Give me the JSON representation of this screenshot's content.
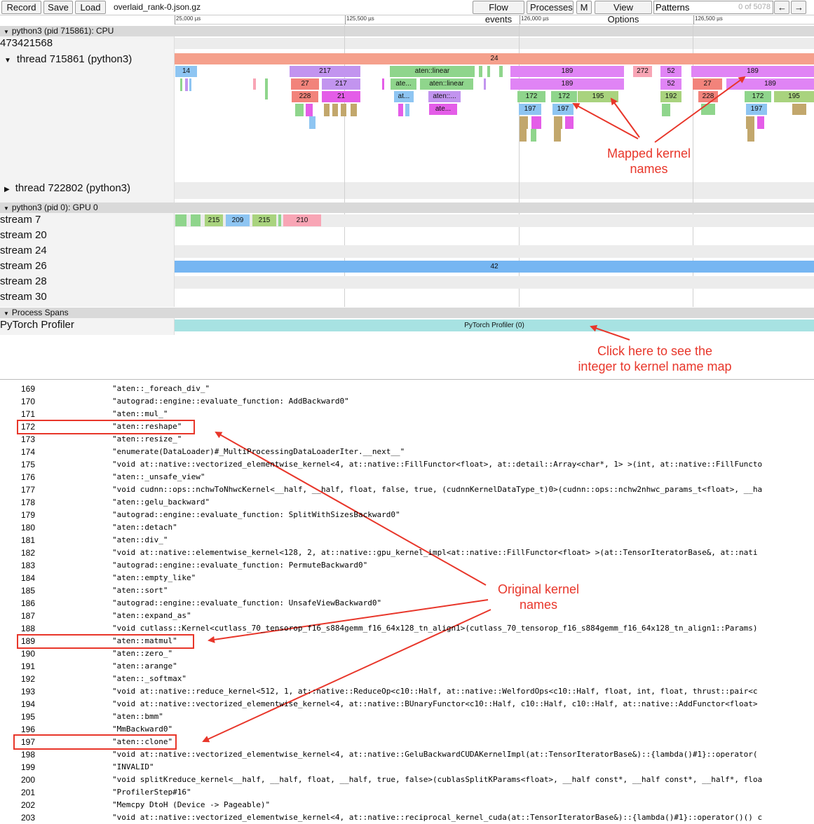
{
  "toolbar": {
    "record": "Record",
    "save": "Save",
    "load": "Load",
    "filename": "overlaid_rank-0.json.gz",
    "flow_events": "Flow events",
    "processes": "Processes",
    "m": "M",
    "view_options": "View Options",
    "patterns_value": "Patterns",
    "patterns_count": "0 of 5078",
    "prev": "←",
    "next": "→"
  },
  "ruler": {
    "ticks": [
      "25,000 µs",
      "125,500 µs",
      "126,000 µs",
      "126,500 µs"
    ]
  },
  "cpu_section": {
    "title": "python3 (pid 715861): CPU",
    "counter": "473421568",
    "thread1": "thread 715861 (python3)",
    "thread2": "thread 722802 (python3)"
  },
  "gpu_section": {
    "title": "python3 (pid 0): GPU 0",
    "streams": [
      "stream 7",
      "stream 20",
      "stream 24",
      "stream 26",
      "stream 28",
      "stream 30"
    ]
  },
  "spans_section": {
    "title": "Process Spans",
    "profiler_label": "PyTorch Profiler",
    "profiler_bar": "PyTorch Profiler (0)"
  },
  "slices": {
    "s24": "24",
    "s14": "14",
    "s217a": "217",
    "linear1": "aten::linear",
    "s189a": "189",
    "s272": "272",
    "s52a": "52",
    "s189b": "189",
    "s27a": "27",
    "s217b": "217",
    "ate1": "ate...",
    "linear2": "aten::linear",
    "s189c": "189",
    "s52b": "52",
    "s27b": "27",
    "s189d": "189",
    "s228a": "228",
    "s21": "21",
    "at1": "at...",
    "aten3": "aten::...",
    "s172a": "172",
    "s172b": "172",
    "s195a": "195",
    "s192": "192",
    "s228b": "228",
    "s172c": "172",
    "s195b": "195",
    "ate2": "ate...",
    "s197a": "197",
    "s197b": "197",
    "s197c": "197",
    "g215a": "215",
    "g209": "209",
    "g215b": "215",
    "g210": "210",
    "g42": "42"
  },
  "annotations": {
    "mapped": "Mapped kernel\nnames",
    "click": "Click here to see the\ninteger to kernel name map",
    "original": "Original kernel\nnames"
  },
  "kernel_map": [
    {
      "id": "169",
      "name": "\"aten::_foreach_div_\""
    },
    {
      "id": "170",
      "name": "\"autograd::engine::evaluate_function: AddBackward0\""
    },
    {
      "id": "171",
      "name": "\"aten::mul_\""
    },
    {
      "id": "172",
      "name": "\"aten::reshape\""
    },
    {
      "id": "173",
      "name": "\"aten::resize_\""
    },
    {
      "id": "174",
      "name": "\"enumerate(DataLoader)#_MultiProcessingDataLoaderIter.__next__\""
    },
    {
      "id": "175",
      "name": "\"void at::native::vectorized_elementwise_kernel<4, at::native::FillFunctor<float>, at::detail::Array<char*, 1> >(int, at::native::FillFuncto"
    },
    {
      "id": "176",
      "name": "\"aten::_unsafe_view\""
    },
    {
      "id": "177",
      "name": "\"void cudnn::ops::nchwToNhwcKernel<__half, __half, float, false, true, (cudnnKernelDataType_t)0>(cudnn::ops::nchw2nhwc_params_t<float>, __ha"
    },
    {
      "id": "178",
      "name": "\"aten::gelu_backward\""
    },
    {
      "id": "179",
      "name": "\"autograd::engine::evaluate_function: SplitWithSizesBackward0\""
    },
    {
      "id": "180",
      "name": "\"aten::detach\""
    },
    {
      "id": "181",
      "name": "\"aten::div_\""
    },
    {
      "id": "182",
      "name": "\"void at::native::elementwise_kernel<128, 2, at::native::gpu_kernel_impl<at::native::FillFunctor<float> >(at::TensorIteratorBase&, at::nati"
    },
    {
      "id": "183",
      "name": "\"autograd::engine::evaluate_function: PermuteBackward0\""
    },
    {
      "id": "184",
      "name": "\"aten::empty_like\""
    },
    {
      "id": "185",
      "name": "\"aten::sort\""
    },
    {
      "id": "186",
      "name": "\"autograd::engine::evaluate_function: UnsafeViewBackward0\""
    },
    {
      "id": "187",
      "name": "\"aten::expand_as\""
    },
    {
      "id": "188",
      "name": "\"void cutlass::Kernel<cutlass_70_tensorop_f16_s884gemm_f16_64x128_tn_align1>(cutlass_70_tensorop_f16_s884gemm_f16_64x128_tn_align1::Params)"
    },
    {
      "id": "189",
      "name": "\"aten::matmul\""
    },
    {
      "id": "190",
      "name": "\"aten::zero_\""
    },
    {
      "id": "191",
      "name": "\"aten::arange\""
    },
    {
      "id": "192",
      "name": "\"aten::_softmax\""
    },
    {
      "id": "193",
      "name": "\"void at::native::reduce_kernel<512, 1, at::native::ReduceOp<c10::Half, at::native::WelfordOps<c10::Half, float, int, float, thrust::pair<c"
    },
    {
      "id": "194",
      "name": "\"void at::native::vectorized_elementwise_kernel<4, at::native::BUnaryFunctor<c10::Half, c10::Half, c10::Half, at::native::AddFunctor<float>"
    },
    {
      "id": "195",
      "name": "\"aten::bmm\""
    },
    {
      "id": "196",
      "name": "\"MmBackward0\""
    },
    {
      "id": "197",
      "name": "\"aten::clone\""
    },
    {
      "id": "198",
      "name": "\"void at::native::vectorized_elementwise_kernel<4, at::native::GeluBackwardCUDAKernelImpl(at::TensorIteratorBase&)::{lambda()#1}::operator("
    },
    {
      "id": "199",
      "name": "\"INVALID\""
    },
    {
      "id": "200",
      "name": "\"void splitKreduce_kernel<__half, __half, float, __half, true, false>(cublasSplitKParams<float>, __half const*, __half const*, __half*, floa"
    },
    {
      "id": "201",
      "name": "\"ProfilerStep#16\""
    },
    {
      "id": "202",
      "name": "\"Memcpy DtoH (Device -> Pageable)\""
    },
    {
      "id": "203",
      "name": "\"void at::native::vectorized_elementwise_kernel<4, at::native::reciprocal_kernel_cuda(at::TensorIteratorBase&)::{lambda()#1}::operator()() c"
    }
  ]
}
